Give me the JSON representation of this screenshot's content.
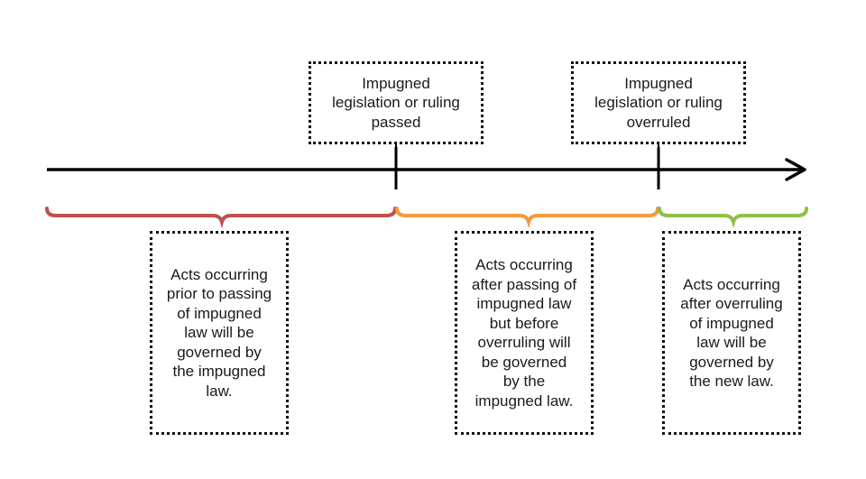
{
  "events": [
    {
      "id": "passed",
      "label": "Impugned\nlegislation or ruling\npassed"
    },
    {
      "id": "overruled",
      "label": "Impugned\nlegislation or ruling\noverruled"
    }
  ],
  "periods": [
    {
      "id": "prior",
      "color": "#c0504d",
      "text": "Acts occurring\nprior to passing\nof impugned\nlaw will be\ngoverned by\nthe impugned\nlaw."
    },
    {
      "id": "between",
      "color": "#f39a3c",
      "text": "Acts occurring\nafter passing of\nimpugned law\nbut before\noverruling will\nbe governed\nby the\nimpugned law."
    },
    {
      "id": "after",
      "color": "#8fbf4a",
      "text": "Acts occurring\nafter overruling\nof impugned\nlaw will be\ngoverned by\nthe new law."
    }
  ]
}
